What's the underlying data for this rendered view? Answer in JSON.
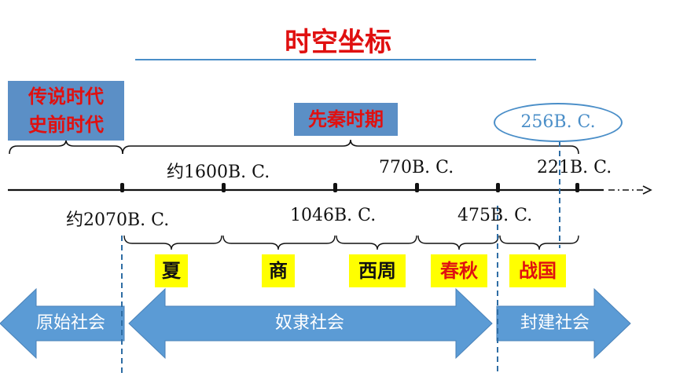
{
  "title": "时空坐标",
  "boxes": {
    "legend_line1": "传说时代",
    "legend_line2": "史前时代",
    "pre_qin": "先秦时期",
    "oval_date": "256B. C."
  },
  "dates_above": [
    "约1600B. C.",
    "770B. C.",
    "221B. C."
  ],
  "dates_below": [
    "约2070B. C.",
    "1046B. C.",
    "475B. C."
  ],
  "dynasties": [
    "夏",
    "商",
    "西周",
    "春秋",
    "战国"
  ],
  "societies": [
    "原始社会",
    "奴隶社会",
    "封建社会"
  ],
  "colors": {
    "title": "#e01010",
    "box_fill": "#5b8fc6",
    "arrow_fill": "#5b9bd5",
    "highlight": "#ffff00",
    "dashed_line": "#2e6da4"
  }
}
